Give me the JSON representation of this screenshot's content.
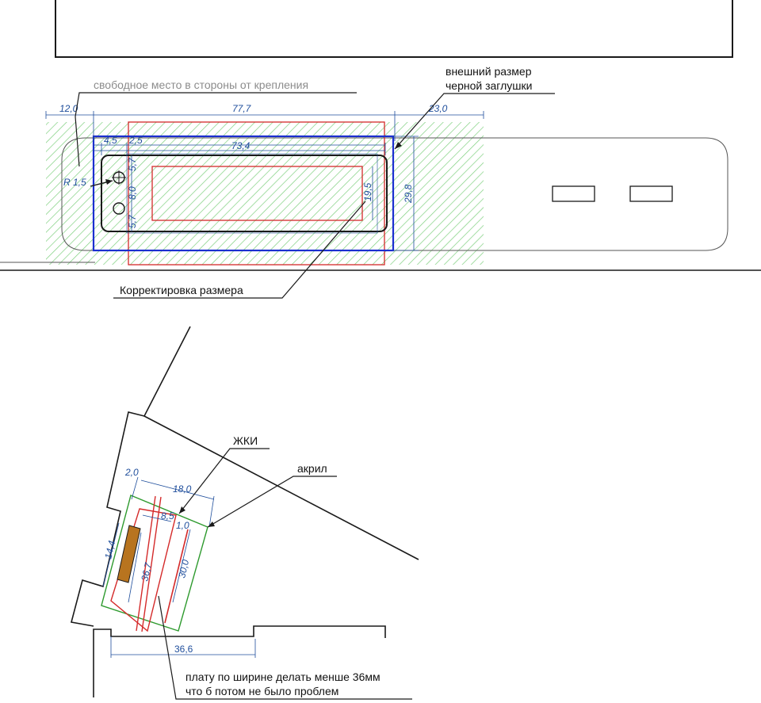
{
  "top_view": {
    "annotations": {
      "free_space": "свободное место в стороны от крепления",
      "outer_size_line1": "внешний размер",
      "outer_size_line2": "черной заглушки",
      "correction": "Корректировка размера"
    },
    "dimensions": {
      "left_margin": "12,0",
      "total_width": "77,7",
      "right_margin": "23,0",
      "hole_offset": "4,5",
      "hole_gap": "2,5",
      "inner_width": "73,4",
      "radius": "R 1,5",
      "hole_top": "5,7",
      "hole_spacing": "8,0",
      "hole_bottom": "5,7",
      "window_height": "19,5",
      "outer_height": "29,8"
    }
  },
  "section_view": {
    "annotations": {
      "lcd": "ЖКИ",
      "acrylic": "акрил",
      "board_note_line1": "плату по ширине делать менше 36мм",
      "board_note_line2": "что б потом не было проблем"
    },
    "dimensions": {
      "wall": "2,0",
      "depth": "18,0",
      "offset": "8,5",
      "thickness": "1,0",
      "height_left": "14,4",
      "height_mid": "36,7",
      "height_right": "30,0",
      "bottom_width": "36,6"
    }
  },
  "colors": {
    "outline": "#1a1a1a",
    "dimension": "#1f4e9c",
    "blue_frame": "#1b2fd0",
    "red_frame": "#d42a2a",
    "green_frame": "#2e9a2e",
    "hatch": "#7fd07f",
    "pcb": "#b8741f"
  }
}
